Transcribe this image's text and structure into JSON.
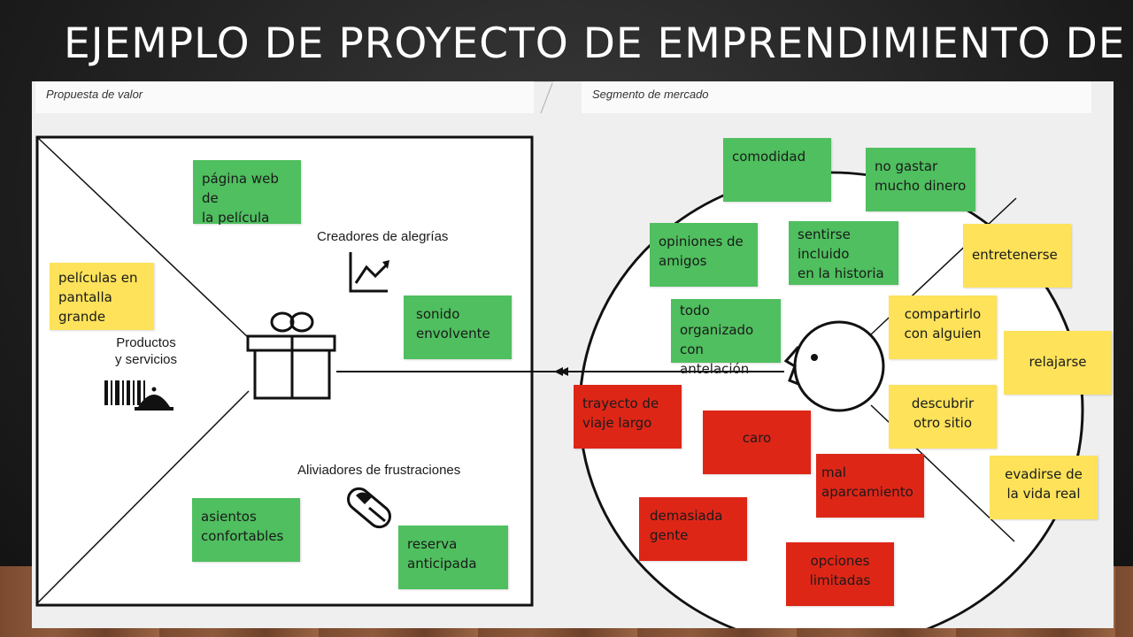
{
  "slide": {
    "title": "EJEMPLO DE PROYECTO DE EMPRENDIMIENTO DE"
  },
  "headers": {
    "value_proposition": "Propuesta de valor",
    "market_segment": "Segmento de mercado"
  },
  "labels": {
    "gain_creators": "Creadores de alegrías",
    "products_services_1": "Productos",
    "products_services_2": "y servicios",
    "pain_relievers": "Aliviadores de frustraciones"
  },
  "notes_left": [
    {
      "text": "página web de\nla película",
      "color": "green"
    },
    {
      "text": "películas en\npantalla\ngrande",
      "color": "yellow"
    },
    {
      "text": "sonido\nenvolvente",
      "color": "green"
    },
    {
      "text": "asientos\nconfortables",
      "color": "green"
    },
    {
      "text": "reserva\nanticipada",
      "color": "green"
    }
  ],
  "notes_right": [
    {
      "text": "comodidad",
      "color": "green"
    },
    {
      "text": "no gastar\nmucho dinero",
      "color": "green"
    },
    {
      "text": "opiniones de\namigos",
      "color": "green"
    },
    {
      "text": "sentirse\nincluido\nen la historia",
      "color": "green"
    },
    {
      "text": "entretenerse",
      "color": "yellow"
    },
    {
      "text": "todo\norganizado\ncon antelación",
      "color": "green"
    },
    {
      "text": "compartirlo\ncon alguien",
      "color": "yellow"
    },
    {
      "text": "relajarse",
      "color": "yellow"
    },
    {
      "text": "trayecto de\nviaje largo",
      "color": "red"
    },
    {
      "text": "caro",
      "color": "red"
    },
    {
      "text": "descubrir\notro sitio",
      "color": "yellow"
    },
    {
      "text": "mal\naparcamiento",
      "color": "red"
    },
    {
      "text": "evadirse de\nla vida real",
      "color": "yellow"
    },
    {
      "text": "demasiada\ngente",
      "color": "red"
    },
    {
      "text": "opciones\nlimitadas",
      "color": "red"
    }
  ],
  "colors": {
    "green": "#4fbf5f",
    "yellow": "#fde25a",
    "red": "#de2617"
  },
  "icons": [
    "chart-trend-icon",
    "gift-icon",
    "barcode-icon",
    "service-bell-icon",
    "pill-icon",
    "face-icon",
    "arrow-icon"
  ]
}
